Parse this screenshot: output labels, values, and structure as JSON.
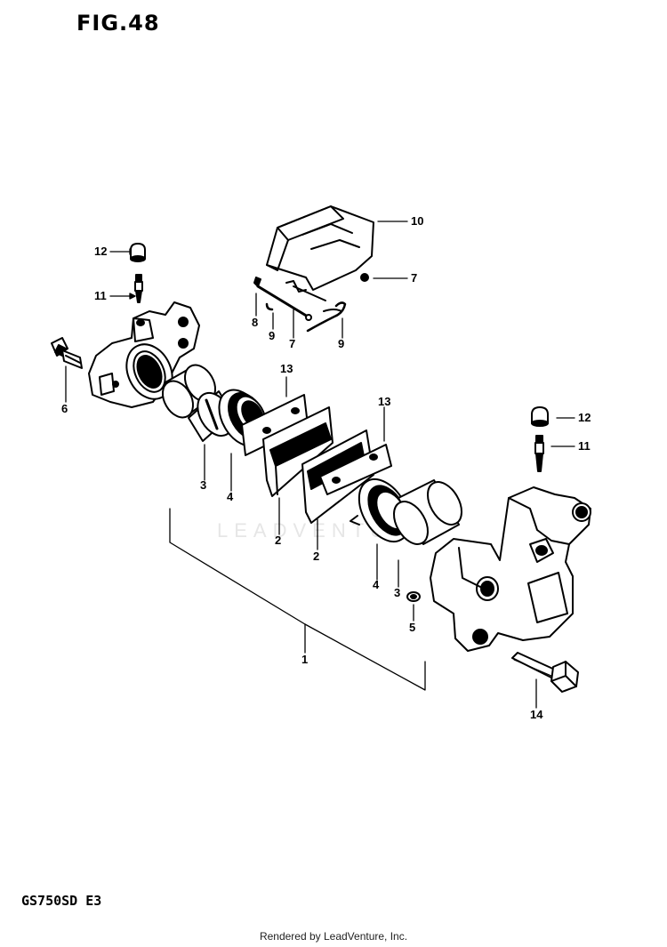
{
  "header": {
    "figure_label": "FIG.48"
  },
  "footer": {
    "model_code": "GS750SD  E3",
    "rendered_by": "Rendered by LeadVenture, Inc."
  },
  "watermark": {
    "text": "LEADVENTURE"
  },
  "callouts": [
    {
      "id": "c12a",
      "label": "12"
    },
    {
      "id": "c11a",
      "label": "11"
    },
    {
      "id": "c6",
      "label": "6"
    },
    {
      "id": "c10",
      "label": "10"
    },
    {
      "id": "c7a",
      "label": "7"
    },
    {
      "id": "c8",
      "label": "8"
    },
    {
      "id": "c9a",
      "label": "9"
    },
    {
      "id": "c7b",
      "label": "7"
    },
    {
      "id": "c9b",
      "label": "9"
    },
    {
      "id": "c13a",
      "label": "13"
    },
    {
      "id": "c13b",
      "label": "13"
    },
    {
      "id": "c3a",
      "label": "3"
    },
    {
      "id": "c4a",
      "label": "4"
    },
    {
      "id": "c2a",
      "label": "2"
    },
    {
      "id": "c2b",
      "label": "2"
    },
    {
      "id": "c12b",
      "label": "12"
    },
    {
      "id": "c11b",
      "label": "11"
    },
    {
      "id": "c4b",
      "label": "4"
    },
    {
      "id": "c3b",
      "label": "3"
    },
    {
      "id": "c5",
      "label": "5"
    },
    {
      "id": "c1",
      "label": "1"
    },
    {
      "id": "c14",
      "label": "14"
    }
  ]
}
